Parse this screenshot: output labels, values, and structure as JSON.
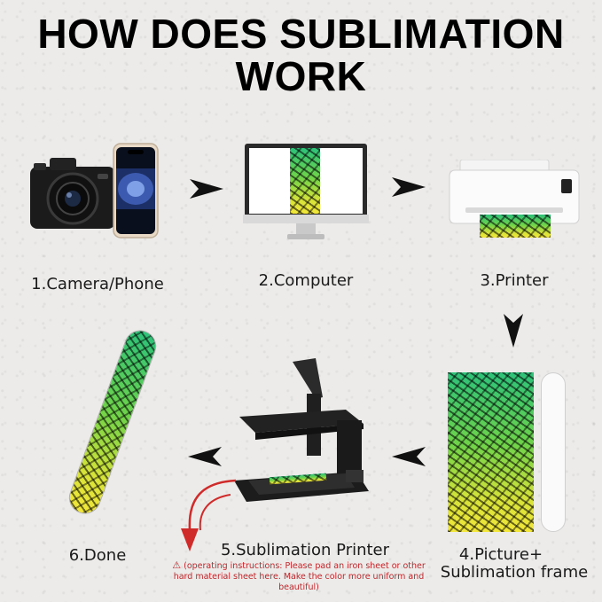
{
  "title": {
    "line1": "HOW DOES SUBLIMATION",
    "line2": "WORK"
  },
  "steps": [
    {
      "label": "1.Camera/Phone"
    },
    {
      "label": "2.Computer"
    },
    {
      "label": "3.Printer"
    },
    {
      "label_line1": "4.Picture+",
      "label_line2": "Sublimation frame"
    },
    {
      "label": "5.Sublimation Printer"
    },
    {
      "label": "6.Done"
    }
  ],
  "note": {
    "icon": "warning-icon",
    "text": "(operating instructions: Please pad an iron sheet or other hard material sheet here. Make the color more uniform and beautiful)"
  },
  "colors": {
    "background": "#ecebe9",
    "title": "#000000",
    "note": "#c0262b",
    "pattern_green": "#2ec27a",
    "pattern_yellow": "#f2e63a"
  }
}
